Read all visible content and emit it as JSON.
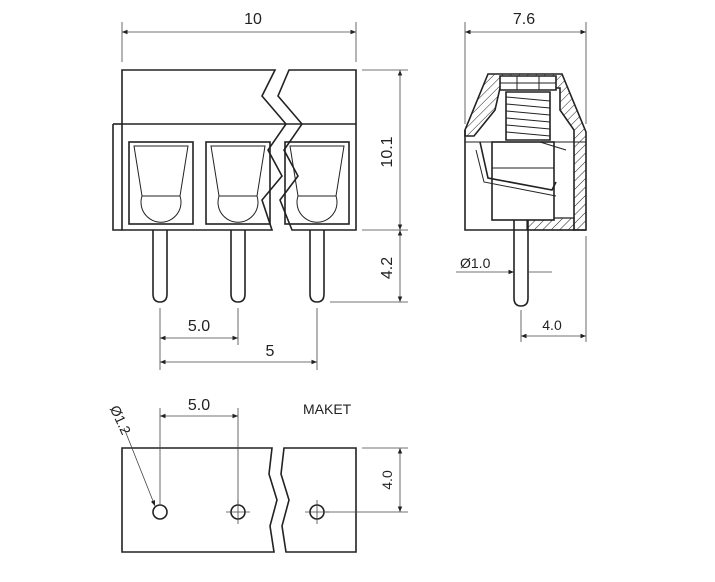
{
  "front_view": {
    "dim_width": "10",
    "dim_height": "10.1",
    "dim_pin_length": "4.2",
    "dim_pitch": "5.0",
    "dim_overall_pitch": "5"
  },
  "side_view": {
    "dim_depth": "7.6",
    "dim_pin_diameter": "Ø1.0",
    "dim_pin_offset": "4.0"
  },
  "pcb_footprint": {
    "dim_pitch": "5.0",
    "dim_hole_diameter": "Ø1.2",
    "dim_row_offset": "4.0",
    "label": "MAKET"
  }
}
